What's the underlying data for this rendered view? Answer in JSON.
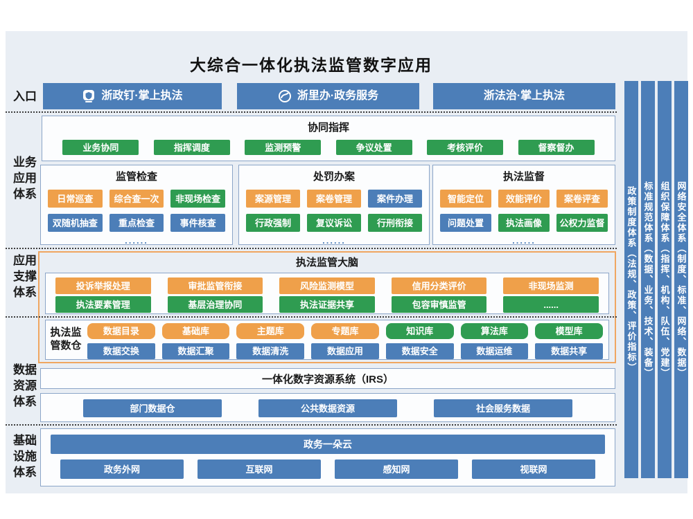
{
  "title": "大综合一体化执法监管数字应用",
  "entry": {
    "label": "入口",
    "apps": [
      {
        "label": "浙政钉·掌上执法",
        "icon": "badge-shield-icon"
      },
      {
        "label": "浙里办·政务服务",
        "icon": "circle-swoosh-icon"
      },
      {
        "label": "浙法治·掌上执法",
        "icon": ""
      }
    ]
  },
  "side_labels": {
    "business": "业务应用体系",
    "support": "应用支撑体系",
    "data": "数据资源体系",
    "infra": "基础设施体系"
  },
  "collab": {
    "title": "协同指挥",
    "items": [
      "业务协同",
      "指挥调度",
      "监测预警",
      "争议处置",
      "考核评价",
      "督察督办"
    ]
  },
  "groups": [
    {
      "title": "监管检查",
      "row1": [
        "日常巡查",
        "综合查一次",
        "非现场检查"
      ],
      "row2": [
        "双随机抽查",
        "重点检查",
        "事件核查"
      ],
      "more": "......"
    },
    {
      "title": "处罚办案",
      "row1": [
        "案源管理",
        "案卷管理",
        "案件办理"
      ],
      "row2": [
        "行政强制",
        "复议诉讼",
        "行刑衔接"
      ],
      "more": "......"
    },
    {
      "title": "执法监督",
      "row1": [
        "智能定位",
        "效能评价",
        "案卷评查"
      ],
      "row2": [
        "问题处置",
        "执法画像",
        "公权力监督"
      ],
      "more": "......"
    }
  ],
  "brain": {
    "title": "执法监管大脑",
    "row1": [
      "投诉举报处理",
      "审批监管衔接",
      "风险监测模型",
      "信用分类评价",
      "非现场监测"
    ],
    "row2": [
      "执法要素管理",
      "基层治理协同",
      "执法证据共享",
      "包容审慎监管",
      "......"
    ]
  },
  "warehouse": {
    "label": "执法监管数仓",
    "row1": [
      "数据目录",
      "基础库",
      "主题库",
      "专题库",
      "知识库",
      "算法库",
      "模型库"
    ],
    "row2": [
      "数据交换",
      "数据汇聚",
      "数据清洗",
      "数据应用",
      "数据安全",
      "数据运维",
      "数据共享"
    ]
  },
  "irs": {
    "title": "一体化数字资源系统（IRS）",
    "items": [
      "部门数据仓",
      "公共数据资源",
      "社会服务数据"
    ]
  },
  "infrastructure": {
    "cloud": "政务一朵云",
    "networks": [
      "政务外网",
      "互联网",
      "感知网",
      "视联网"
    ]
  },
  "pillars": [
    "政策制度体系（法规、政策、评价指标）",
    "标准规范体系（数据、业务、技术、装备）",
    "组织保障体系（指挥、机构、队伍、党建）",
    "网络安全体系（制度、标准、网络、数据）"
  ],
  "colors": {
    "blue": "#4C7EB8",
    "green": "#2F9C51",
    "orange": "#EFA04A"
  }
}
